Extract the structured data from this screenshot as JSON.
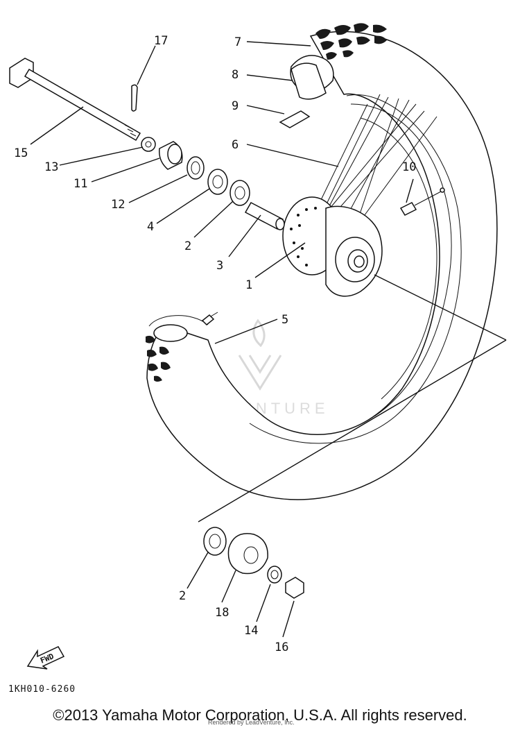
{
  "diagram": {
    "callouts": {
      "c7": "7",
      "c8": "8",
      "c9": "9",
      "c17": "17",
      "c15": "15",
      "c6": "6",
      "c13": "13",
      "c10": "10",
      "c11": "11",
      "c12": "12",
      "c4": "4",
      "c2a": "2",
      "c3": "3",
      "c1": "1",
      "c5": "5",
      "c2b": "2",
      "c18": "18",
      "c14": "14",
      "c16": "16"
    },
    "fwd_label": "FWD",
    "watermark": "LEADVENTURE"
  },
  "footer": {
    "part_code": "1KH010-6260",
    "copyright": "©2013 Yamaha Motor Corporation, U.S.A. All rights reserved.",
    "rendered_by": "Rendered by LeadVenture, Inc."
  }
}
